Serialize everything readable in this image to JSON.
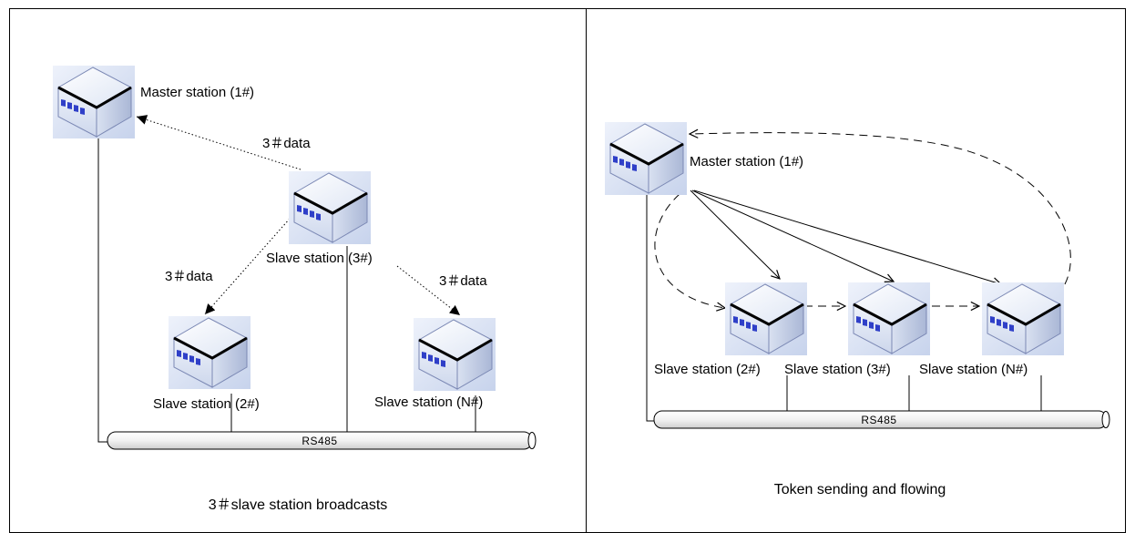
{
  "left_panel": {
    "caption": "3＃slave station broadcasts",
    "master_label": "Master station (1#)",
    "slave3_label": "Slave station (3#)",
    "slave2_label": "Slave station (2#)",
    "slaveN_label": "Slave station (N#)",
    "data_label_master": "3＃data",
    "data_label_slave2": "3＃data",
    "data_label_slaveN": "3＃data",
    "bus_label": "RS485"
  },
  "right_panel": {
    "caption": "Token sending and flowing",
    "master_label": "Master station (1#)",
    "slave2_label": "Slave station (2#)",
    "slave3_label": "Slave station (3#)",
    "slaveN_label": "Slave station (N#)",
    "bus_label": "RS485"
  },
  "colors": {
    "border": "#000000",
    "device_blue": "#3344cc",
    "device_light": "#e2e8f6"
  },
  "icons": [
    "network-switch-icon"
  ]
}
